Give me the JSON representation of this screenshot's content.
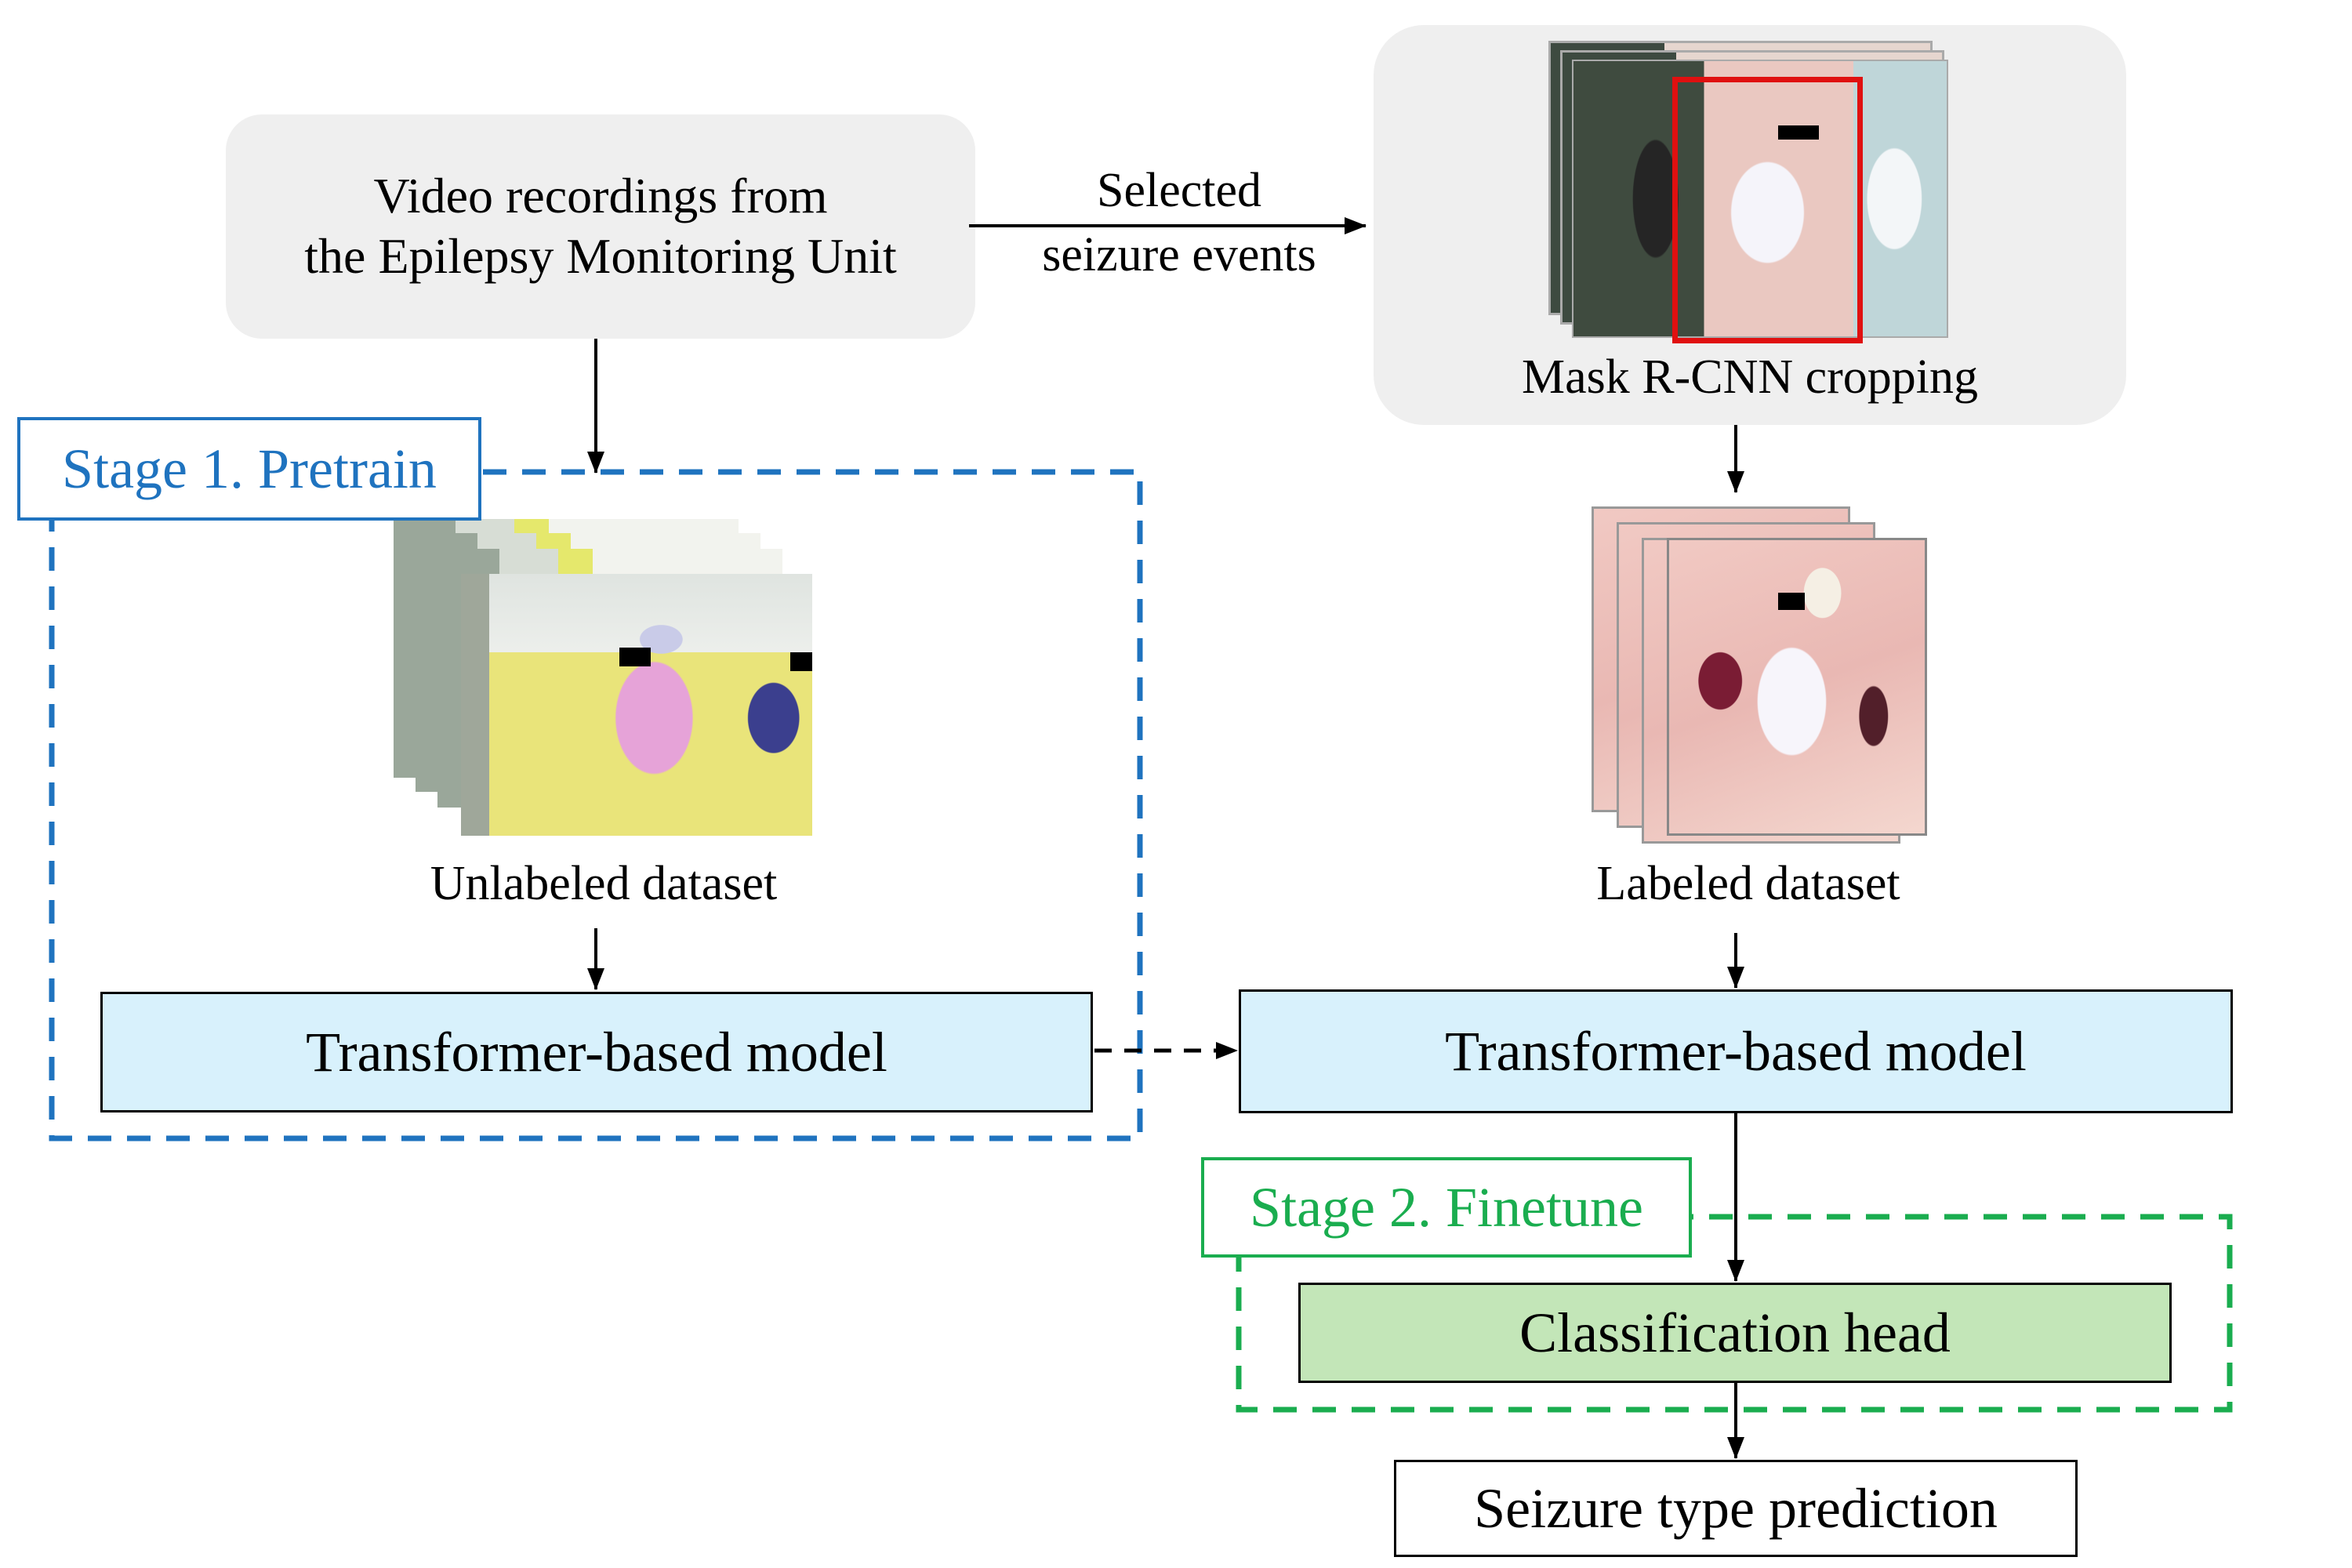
{
  "nodes": {
    "source": {
      "line1": "Video recordings from",
      "line2": "the Epilepsy Monitoring Unit"
    },
    "edge_label": {
      "line1": "Selected",
      "line2": "seizure events"
    },
    "cropping": "Mask R-CNN cropping",
    "unlabeled": "Unlabeled dataset",
    "labeled": "Labeled dataset",
    "model_pretrain": "Transformer-based model",
    "model_finetune": "Transformer-based model",
    "head": "Classification head",
    "output": "Seizure type prediction"
  },
  "stages": {
    "pretrain": "Stage 1. Pretrain",
    "finetune": "Stage 2. Finetune"
  },
  "colors": {
    "stage1": "#1f73bf",
    "stage2": "#1aad4f",
    "model_fill": "#d8f1fc",
    "head_fill": "#c3e6b8",
    "rounded_fill": "#efefef",
    "crop_box": "#e01010"
  }
}
